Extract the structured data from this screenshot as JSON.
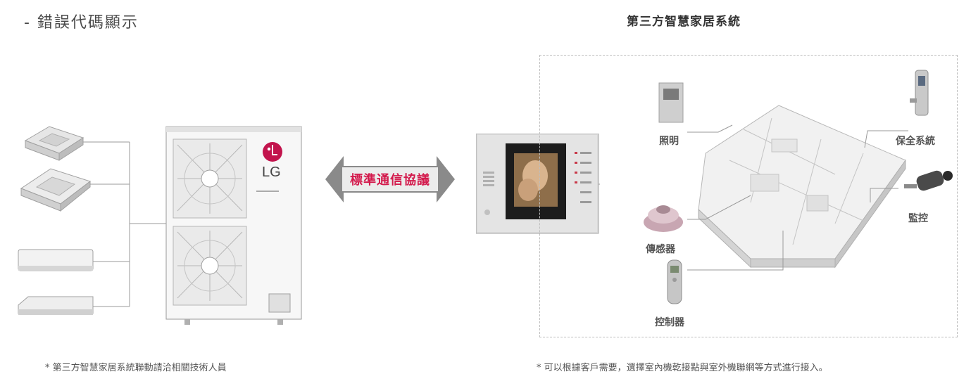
{
  "headings": {
    "left": "- 錯誤代碼顯示",
    "right": "第三方智慧家居系統"
  },
  "protocol_label": "標準通信協議",
  "devices": {
    "lighting": "照明",
    "security": "保全系統",
    "surveillance": "監控",
    "sensor": "傳感器",
    "controller": "控制器"
  },
  "brand": {
    "logo_text": "LG",
    "color": "#c2144d"
  },
  "notes": {
    "left": "* 第三方智慧家居系統聯動請洽相關技術人員",
    "right": "* 可以根據客戶需要，選擇室內機乾接點與室外機聯網等方式進行接入。"
  },
  "colors": {
    "protocol_text": "#d31a4c",
    "arrow": "#8a8a8a",
    "line": "#9a9a9a"
  }
}
